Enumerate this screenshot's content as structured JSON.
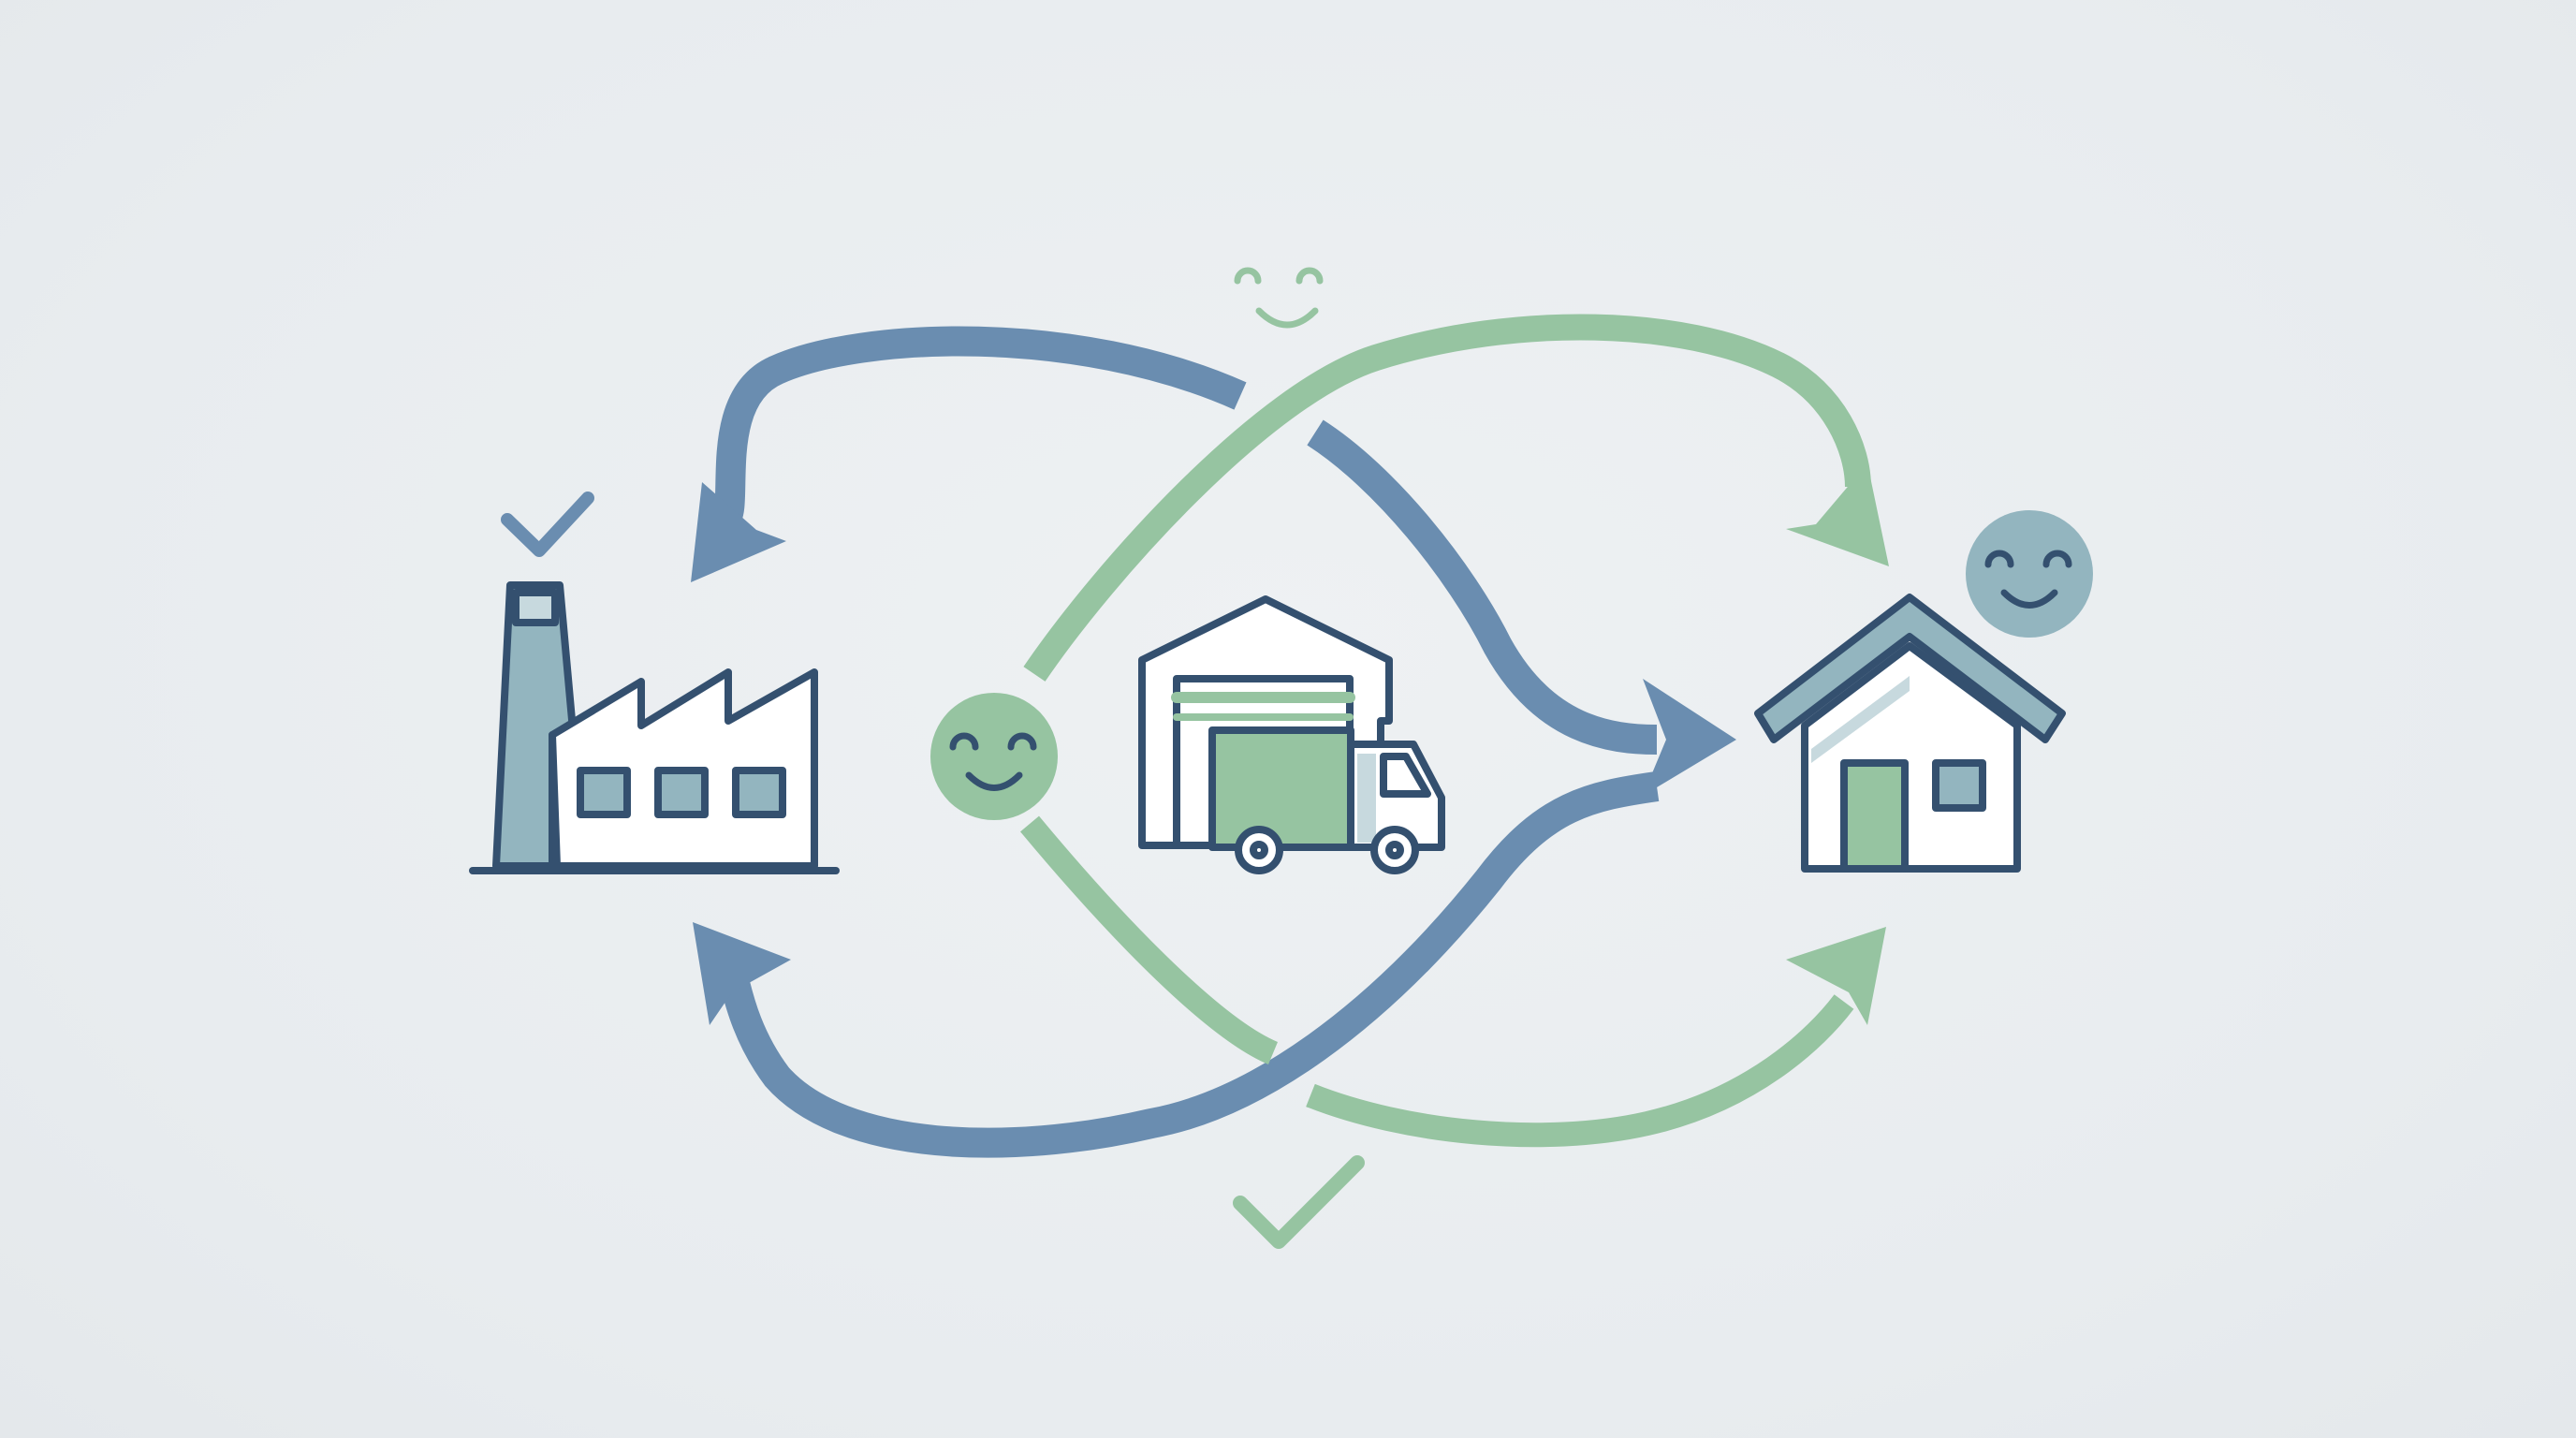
{
  "diagram": {
    "nodes": [
      {
        "id": "factory",
        "icon": "factory-icon"
      },
      {
        "id": "warehouse-truck",
        "icon": "warehouse-truck-icon"
      },
      {
        "id": "home",
        "icon": "house-icon"
      }
    ],
    "flows": [
      {
        "from": "warehouse-truck",
        "to": "factory",
        "color": "blue"
      },
      {
        "from": "factory",
        "to": "home",
        "color": "green"
      },
      {
        "from": "factory",
        "to": "home",
        "color": "blue"
      },
      {
        "from": "home",
        "to": "factory",
        "color": "blue"
      },
      {
        "from": "factory",
        "to": "home",
        "color": "green"
      }
    ],
    "decorations": [
      "smiley-icon-top",
      "smiley-icon-middle",
      "smiley-icon-home",
      "checkmark-icon-factory",
      "checkmark-icon-bottom"
    ]
  },
  "colors": {
    "background": "#eceff1",
    "outline": "#34506f",
    "blue": "#6a8db0",
    "green": "#96c4a1",
    "teal": "#93b5bf",
    "white": "#ffffff"
  }
}
